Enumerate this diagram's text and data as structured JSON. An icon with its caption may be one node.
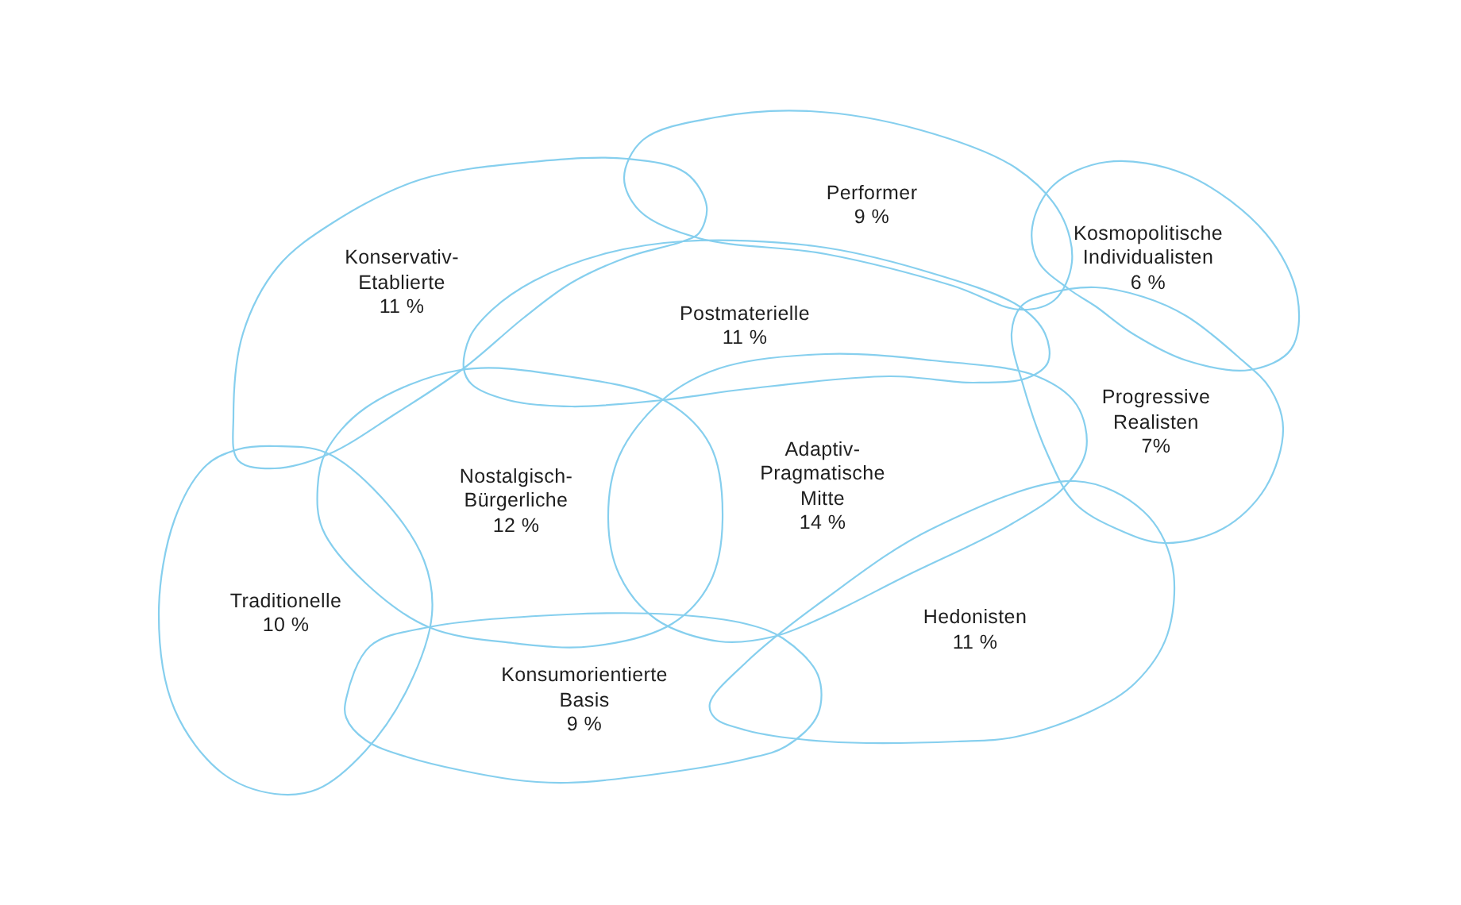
{
  "diagram": {
    "nodes": [
      {
        "text": [
          "Performer",
          "9 %"
        ]
      },
      {
        "text": [
          "Kosmopolitische Individualisten",
          "6 %"
        ]
      },
      {
        "text": [
          "Konservativ-Etablierte",
          "11 %"
        ]
      },
      {
        "text": [
          "Postmaterielle",
          "11 %"
        ]
      },
      {
        "text": [
          "Progressive Realisten",
          "7%"
        ]
      },
      {
        "text": [
          "Adaptiv-Pragmatische Mitte",
          "14 %"
        ]
      },
      {
        "text": [
          "Nostalgisch-Bürgerliche",
          "12 %"
        ]
      },
      {
        "text": [
          "Traditionelle",
          "10 %"
        ]
      },
      {
        "text": [
          "Hedonisten",
          "11 %"
        ]
      },
      {
        "text": [
          "Konsumorientierte Basis",
          "9 %"
        ]
      }
    ]
  }
}
